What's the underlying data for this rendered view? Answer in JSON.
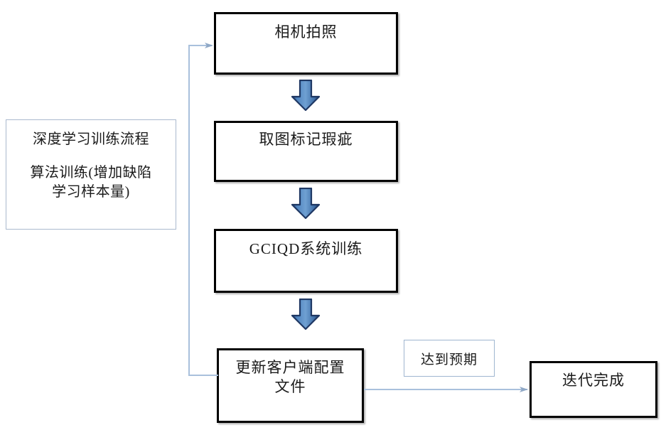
{
  "diagram": {
    "type": "flowchart",
    "title": "深度学习训练流程",
    "side_panel": {
      "heading": "深度学习训练流程",
      "body": "算法训练(增加缺陷\n学习样本量)"
    },
    "nodes": [
      {
        "id": "camera",
        "label": "相机拍照",
        "shape": "rectangle",
        "style": "heavy-black"
      },
      {
        "id": "mark",
        "label": "取图标记瑕疵",
        "shape": "rectangle",
        "style": "heavy-black"
      },
      {
        "id": "train",
        "label": "GCIQD系统训练",
        "shape": "rectangle",
        "style": "heavy-black"
      },
      {
        "id": "update",
        "label": "更新客户端配置\n文件",
        "shape": "rectangle",
        "style": "heavy-black"
      },
      {
        "id": "done",
        "label": "迭代完成",
        "shape": "rectangle",
        "style": "heavy-black"
      }
    ],
    "annotations": [
      {
        "id": "expectation",
        "label": "达到预期",
        "style": "light-blue-box"
      }
    ],
    "edges": [
      {
        "from": "camera",
        "to": "mark",
        "style": "block-arrow-down",
        "label": ""
      },
      {
        "from": "mark",
        "to": "train",
        "style": "block-arrow-down",
        "label": ""
      },
      {
        "from": "train",
        "to": "update",
        "style": "block-arrow-down",
        "label": ""
      },
      {
        "from": "update",
        "to": "done",
        "style": "thin-arrow-right",
        "label": "达到预期"
      },
      {
        "from": "update",
        "to": "camera",
        "style": "thin-arrow-loop-left",
        "label": ""
      }
    ],
    "colors": {
      "arrow_fill": "#4a7ebb",
      "arrow_stroke": "#1f3864",
      "connector_line": "#a9c0dc",
      "box_border": "#000000",
      "note_border": "#9fb6d0",
      "panel_border": "#aab9ce",
      "text": "#1a1a1a",
      "background": "#ffffff"
    }
  }
}
